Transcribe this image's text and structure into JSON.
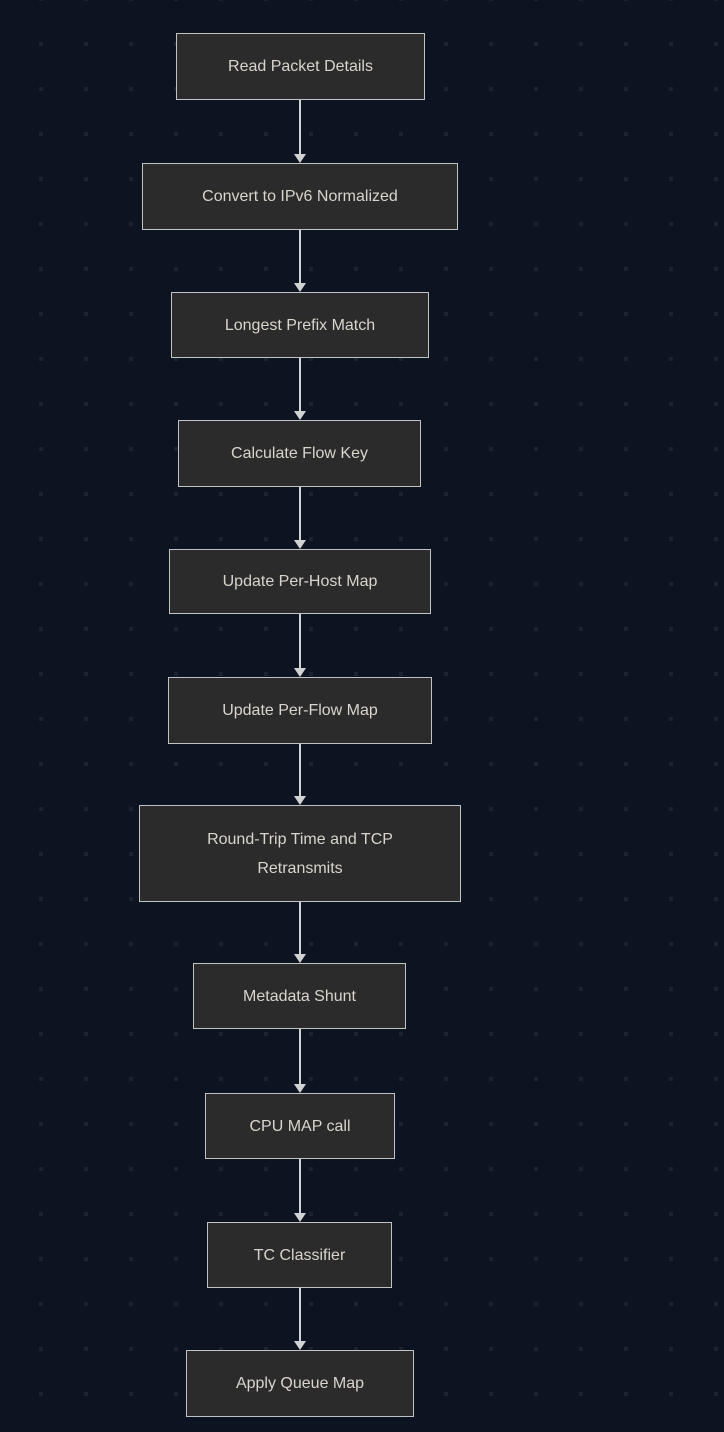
{
  "diagram": {
    "type": "flowchart",
    "direction": "top-down",
    "nodes": [
      {
        "id": "read_packet_details",
        "label": "Read Packet Details"
      },
      {
        "id": "convert_to_ipv6_normalized",
        "label": "Convert to IPv6 Normalized"
      },
      {
        "id": "longest_prefix_match",
        "label": "Longest Prefix Match"
      },
      {
        "id": "calculate_flow_key",
        "label": "Calculate Flow Key"
      },
      {
        "id": "update_per_host_map",
        "label": "Update Per-Host Map"
      },
      {
        "id": "update_per_flow_map",
        "label": "Update Per-Flow Map"
      },
      {
        "id": "round_trip_time_and_tcp_retransmits",
        "label": "Round-Trip Time and TCP Retransmits"
      },
      {
        "id": "metadata_shunt",
        "label": "Metadata Shunt"
      },
      {
        "id": "cpu_map_call",
        "label": "CPU MAP call"
      },
      {
        "id": "tc_classifier",
        "label": "TC Classifier"
      },
      {
        "id": "apply_queue_map",
        "label": "Apply Queue Map"
      }
    ],
    "edges": [
      {
        "from": "read_packet_details",
        "to": "convert_to_ipv6_normalized"
      },
      {
        "from": "convert_to_ipv6_normalized",
        "to": "longest_prefix_match"
      },
      {
        "from": "longest_prefix_match",
        "to": "calculate_flow_key"
      },
      {
        "from": "calculate_flow_key",
        "to": "update_per_host_map"
      },
      {
        "from": "update_per_host_map",
        "to": "update_per_flow_map"
      },
      {
        "from": "update_per_flow_map",
        "to": "round_trip_time_and_tcp_retransmits"
      },
      {
        "from": "round_trip_time_and_tcp_retransmits",
        "to": "metadata_shunt"
      },
      {
        "from": "metadata_shunt",
        "to": "cpu_map_call"
      },
      {
        "from": "cpu_map_call",
        "to": "tc_classifier"
      },
      {
        "from": "tc_classifier",
        "to": "apply_queue_map"
      }
    ]
  },
  "colors": {
    "background": "#0d1421",
    "grid_dot": "#1b2330",
    "node_fill": "#2b2b2b",
    "node_border": "#c0c2c4",
    "node_text": "#d9d5cc",
    "arrow": "#d0d2d4"
  }
}
